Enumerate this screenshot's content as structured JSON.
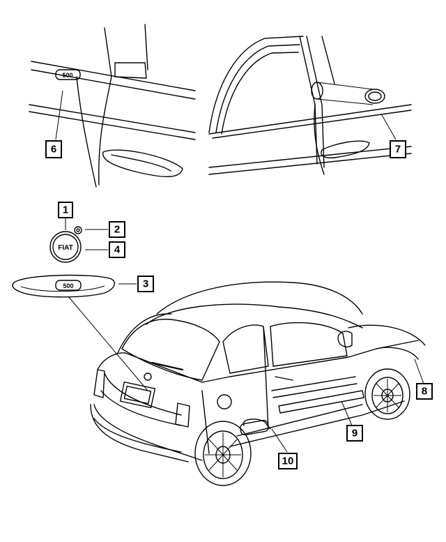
{
  "callouts": [
    {
      "id": "c1",
      "label": "1"
    },
    {
      "id": "c2",
      "label": "2"
    },
    {
      "id": "c3",
      "label": "3"
    },
    {
      "id": "c4",
      "label": "4"
    },
    {
      "id": "c6",
      "label": "6"
    },
    {
      "id": "c7",
      "label": "7"
    },
    {
      "id": "c8",
      "label": "8"
    },
    {
      "id": "c9",
      "label": "9"
    },
    {
      "id": "c10",
      "label": "10"
    }
  ],
  "badges": {
    "emblem_text": "FIAT",
    "script_text": "500"
  }
}
